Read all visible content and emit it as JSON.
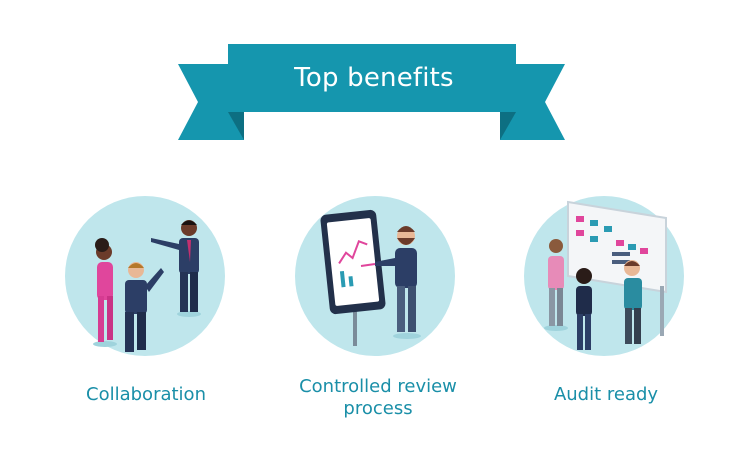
{
  "banner": {
    "title": "Top benefits",
    "color": "#1596ae",
    "dark_color": "#0d6f82"
  },
  "benefits": [
    {
      "label": "Collaboration",
      "icon": "collaboration-illustration"
    },
    {
      "label": "Controlled review process",
      "icon": "review-tablet-illustration"
    },
    {
      "label": "Audit ready",
      "icon": "kanban-board-illustration"
    }
  ],
  "colors": {
    "circle": "#bfe6ec",
    "label": "#1a8fa8"
  }
}
